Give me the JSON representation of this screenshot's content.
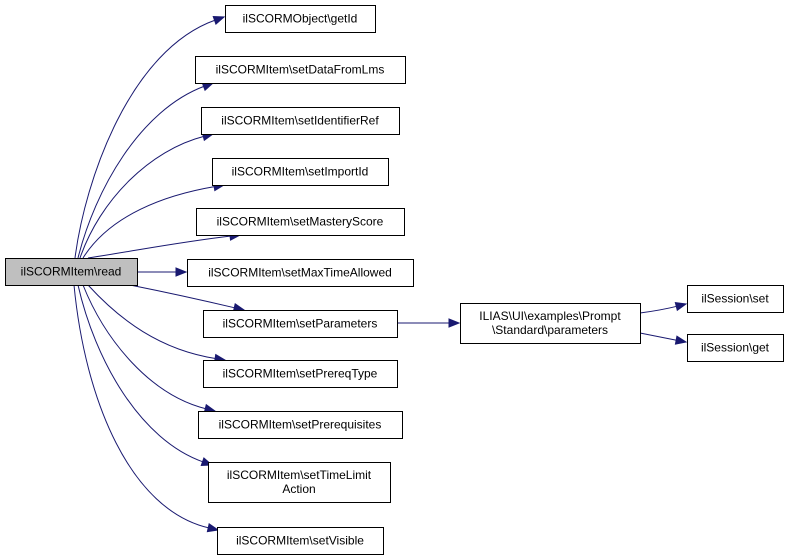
{
  "diagram": {
    "type": "call-graph",
    "colors": {
      "edge": "#191970",
      "root_fill": "#bfbfbf",
      "node_fill": "#ffffff",
      "border": "#000000"
    },
    "nodes": [
      {
        "id": "root",
        "lines": [
          "ilSCORMItem\\read"
        ],
        "root": true
      },
      {
        "id": "getId",
        "lines": [
          "ilSCORMObject\\getId"
        ]
      },
      {
        "id": "setDataFromLms",
        "lines": [
          "ilSCORMItem\\setDataFromLms"
        ]
      },
      {
        "id": "setIdentifierRef",
        "lines": [
          "ilSCORMItem\\setIdentifierRef"
        ]
      },
      {
        "id": "setImportId",
        "lines": [
          "ilSCORMItem\\setImportId"
        ]
      },
      {
        "id": "setMasteryScore",
        "lines": [
          "ilSCORMItem\\setMasteryScore"
        ]
      },
      {
        "id": "setMaxTimeAllowed",
        "lines": [
          "ilSCORMItem\\setMaxTimeAllowed"
        ]
      },
      {
        "id": "setParameters",
        "lines": [
          "ilSCORMItem\\setParameters"
        ]
      },
      {
        "id": "setPrereqType",
        "lines": [
          "ilSCORMItem\\setPrereqType"
        ]
      },
      {
        "id": "setPrerequisites",
        "lines": [
          "ilSCORMItem\\setPrerequisites"
        ]
      },
      {
        "id": "setTimeLimitAction",
        "lines": [
          "ilSCORMItem\\setTimeLimit",
          "Action"
        ]
      },
      {
        "id": "setVisible",
        "lines": [
          "ilSCORMItem\\setVisible"
        ]
      },
      {
        "id": "promptParameters",
        "lines": [
          "ILIAS\\UI\\examples\\Prompt",
          "\\Standard\\parameters"
        ]
      },
      {
        "id": "sessionSet",
        "lines": [
          "ilSession\\set"
        ]
      },
      {
        "id": "sessionGet",
        "lines": [
          "ilSession\\get"
        ]
      }
    ],
    "edges": [
      {
        "from": "root",
        "to": "getId"
      },
      {
        "from": "root",
        "to": "setDataFromLms"
      },
      {
        "from": "root",
        "to": "setIdentifierRef"
      },
      {
        "from": "root",
        "to": "setImportId"
      },
      {
        "from": "root",
        "to": "setMasteryScore"
      },
      {
        "from": "root",
        "to": "setMaxTimeAllowed"
      },
      {
        "from": "root",
        "to": "setParameters"
      },
      {
        "from": "root",
        "to": "setPrereqType"
      },
      {
        "from": "root",
        "to": "setPrerequisites"
      },
      {
        "from": "root",
        "to": "setTimeLimitAction"
      },
      {
        "from": "root",
        "to": "setVisible"
      },
      {
        "from": "setParameters",
        "to": "promptParameters"
      },
      {
        "from": "promptParameters",
        "to": "sessionSet"
      },
      {
        "from": "promptParameters",
        "to": "sessionGet"
      }
    ]
  }
}
